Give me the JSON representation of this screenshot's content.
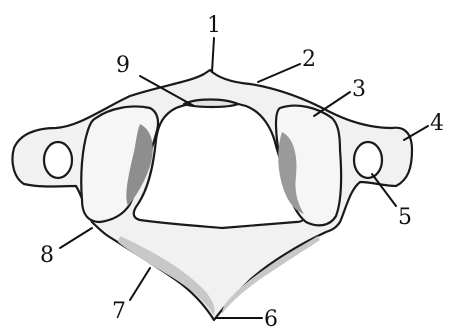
{
  "figure": {
    "labels": [
      "1",
      "2",
      "3",
      "4",
      "5",
      "6",
      "7",
      "8",
      "9"
    ]
  },
  "colors": {
    "ink": "#1a1a1a",
    "bone": "#f4f4f4",
    "bone_shade": "#bdbdbd",
    "bone_dark": "#7a7a7a",
    "background": "#ffffff"
  }
}
